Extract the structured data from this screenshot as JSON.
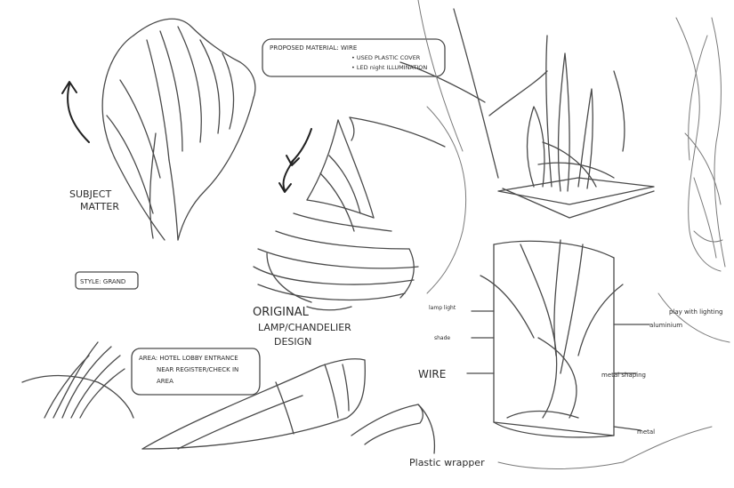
{
  "notes": {
    "proposed_material_title": "PROPOSED MATERIAL: WIRE",
    "proposed_material_item1": "• USED PLASTIC COVER",
    "proposed_material_item2": "• LED night ILLUMINATION",
    "subject_line1": "SUBJECT",
    "subject_line2": "MATTER",
    "style": "STYLE: GRAND",
    "original_line1": "ORIGINAL",
    "original_line2": "LAMP/CHANDELIER",
    "original_line3": "DESIGN",
    "area_line1": "AREA: HOTEL LOBBY ENTRANCE",
    "area_line2": "NEAR REGISTER/CHECK IN",
    "area_line3": "AREA",
    "wire": "WIRE",
    "plastic_wrapper": "Plastic wrapper",
    "play_lighting": "play with lighting",
    "aluminium": "aluminium",
    "metal_shaping": "metal shaping",
    "metal": "metal",
    "label_top_left": "lamp light",
    "label_shade": "shade"
  },
  "colors": {
    "pencil": "#2b2b2b",
    "paper": "#ffffff"
  }
}
